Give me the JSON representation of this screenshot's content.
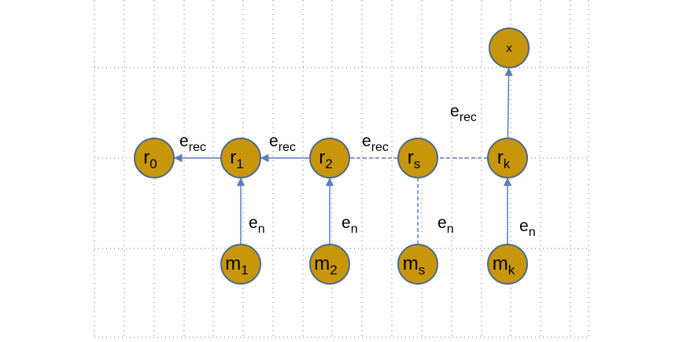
{
  "colors": {
    "node_fill": "#c8960a",
    "node_stroke": "#4a6c8c",
    "edge": "#5b7db8",
    "grid": "#8a8a8a"
  },
  "nodes": [
    {
      "id": "r0",
      "main": "r",
      "sub": "0"
    },
    {
      "id": "r1",
      "main": "r",
      "sub": "1"
    },
    {
      "id": "r2",
      "main": "r",
      "sub": "2"
    },
    {
      "id": "rs",
      "main": "r",
      "sub": "s"
    },
    {
      "id": "rk",
      "main": "r",
      "sub": "k"
    },
    {
      "id": "x",
      "main": "x",
      "sub": ""
    },
    {
      "id": "m1",
      "main": "m",
      "sub": "1"
    },
    {
      "id": "m2",
      "main": "m",
      "sub": "2"
    },
    {
      "id": "ms",
      "main": "m",
      "sub": "s"
    },
    {
      "id": "mk",
      "main": "m",
      "sub": "k"
    }
  ],
  "edges": [
    {
      "id": "r1-r0",
      "from": "r1",
      "to": "r0",
      "style": "solid",
      "arrow": true,
      "label_main": "e",
      "label_sub": "rec"
    },
    {
      "id": "r2-r1",
      "from": "r2",
      "to": "r1",
      "style": "solid",
      "arrow": true,
      "label_main": "e",
      "label_sub": "rec"
    },
    {
      "id": "rs-r2",
      "from": "rs",
      "to": "r2",
      "style": "dashed",
      "arrow": false,
      "label_main": "e",
      "label_sub": "rec"
    },
    {
      "id": "rk-rs",
      "from": "rk",
      "to": "rs",
      "style": "dashed",
      "arrow": false,
      "label_main": "",
      "label_sub": ""
    },
    {
      "id": "rk-x",
      "from": "rk",
      "to": "x",
      "style": "solid",
      "arrow": true,
      "label_main": "e",
      "label_sub": "rec"
    },
    {
      "id": "m1-r1",
      "from": "m1",
      "to": "r1",
      "style": "solid",
      "arrow": true,
      "label_main": "e",
      "label_sub": "n"
    },
    {
      "id": "m2-r2",
      "from": "m2",
      "to": "r2",
      "style": "solid",
      "arrow": true,
      "label_main": "e",
      "label_sub": "n"
    },
    {
      "id": "ms-rs",
      "from": "ms",
      "to": "rs",
      "style": "dashed",
      "arrow": false,
      "label_main": "e",
      "label_sub": "n"
    },
    {
      "id": "mk-rk",
      "from": "mk",
      "to": "rk",
      "style": "solid",
      "arrow": true,
      "label_main": "e",
      "label_sub": "n"
    }
  ]
}
